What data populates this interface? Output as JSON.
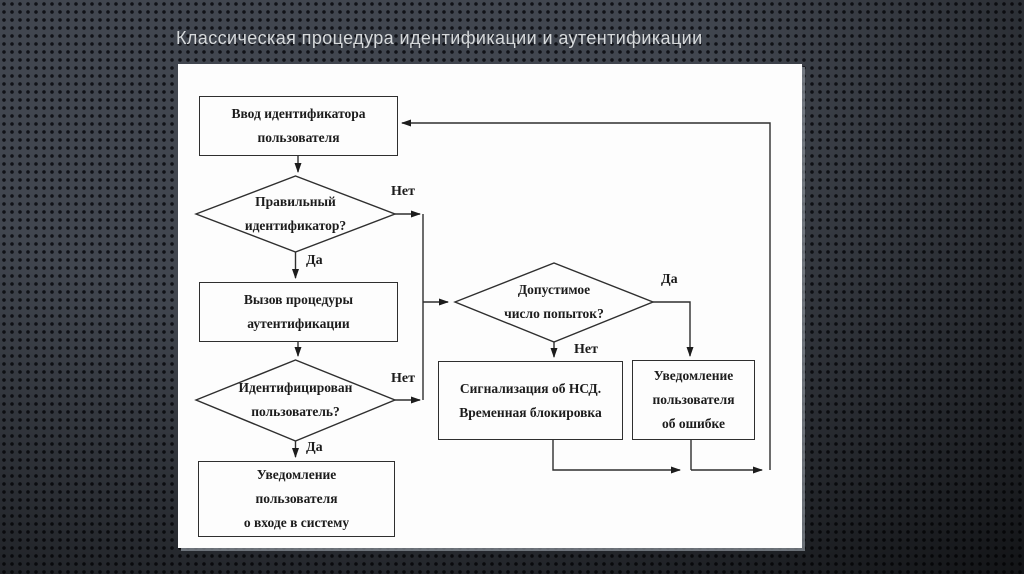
{
  "title": "Классическая процедура идентификации и аутентификации",
  "colors": {
    "background": "#41464f",
    "panel": "#fdfdfd",
    "line": "#2f2f2f",
    "text": "#1c1c1c",
    "title_text": "#d6d9db"
  },
  "labels": {
    "yes": "Да",
    "no": "Нет"
  },
  "nodes": {
    "input_id": {
      "type": "process",
      "lines": [
        "Ввод идентификатора",
        "пользователя"
      ]
    },
    "valid_id": {
      "type": "decision",
      "lines": [
        "Правильный",
        "идентификатор?"
      ]
    },
    "call_auth": {
      "type": "process",
      "lines": [
        "Вызов процедуры",
        "аутентификации"
      ]
    },
    "user_identified": {
      "type": "decision",
      "lines": [
        "Идентифицирован",
        "пользователь?"
      ]
    },
    "notify_login": {
      "type": "process",
      "lines": [
        "Уведомление",
        "пользователя",
        "о входе в систему"
      ]
    },
    "attempts_ok": {
      "type": "decision",
      "lines": [
        "Допустимое",
        "число попыток?"
      ]
    },
    "alarm_block": {
      "type": "process",
      "lines": [
        "Сигнализация об НСД.",
        "Временная блокировка"
      ]
    },
    "notify_error": {
      "type": "process",
      "lines": [
        "Уведомление",
        "пользователя",
        "об ошибке"
      ]
    }
  }
}
